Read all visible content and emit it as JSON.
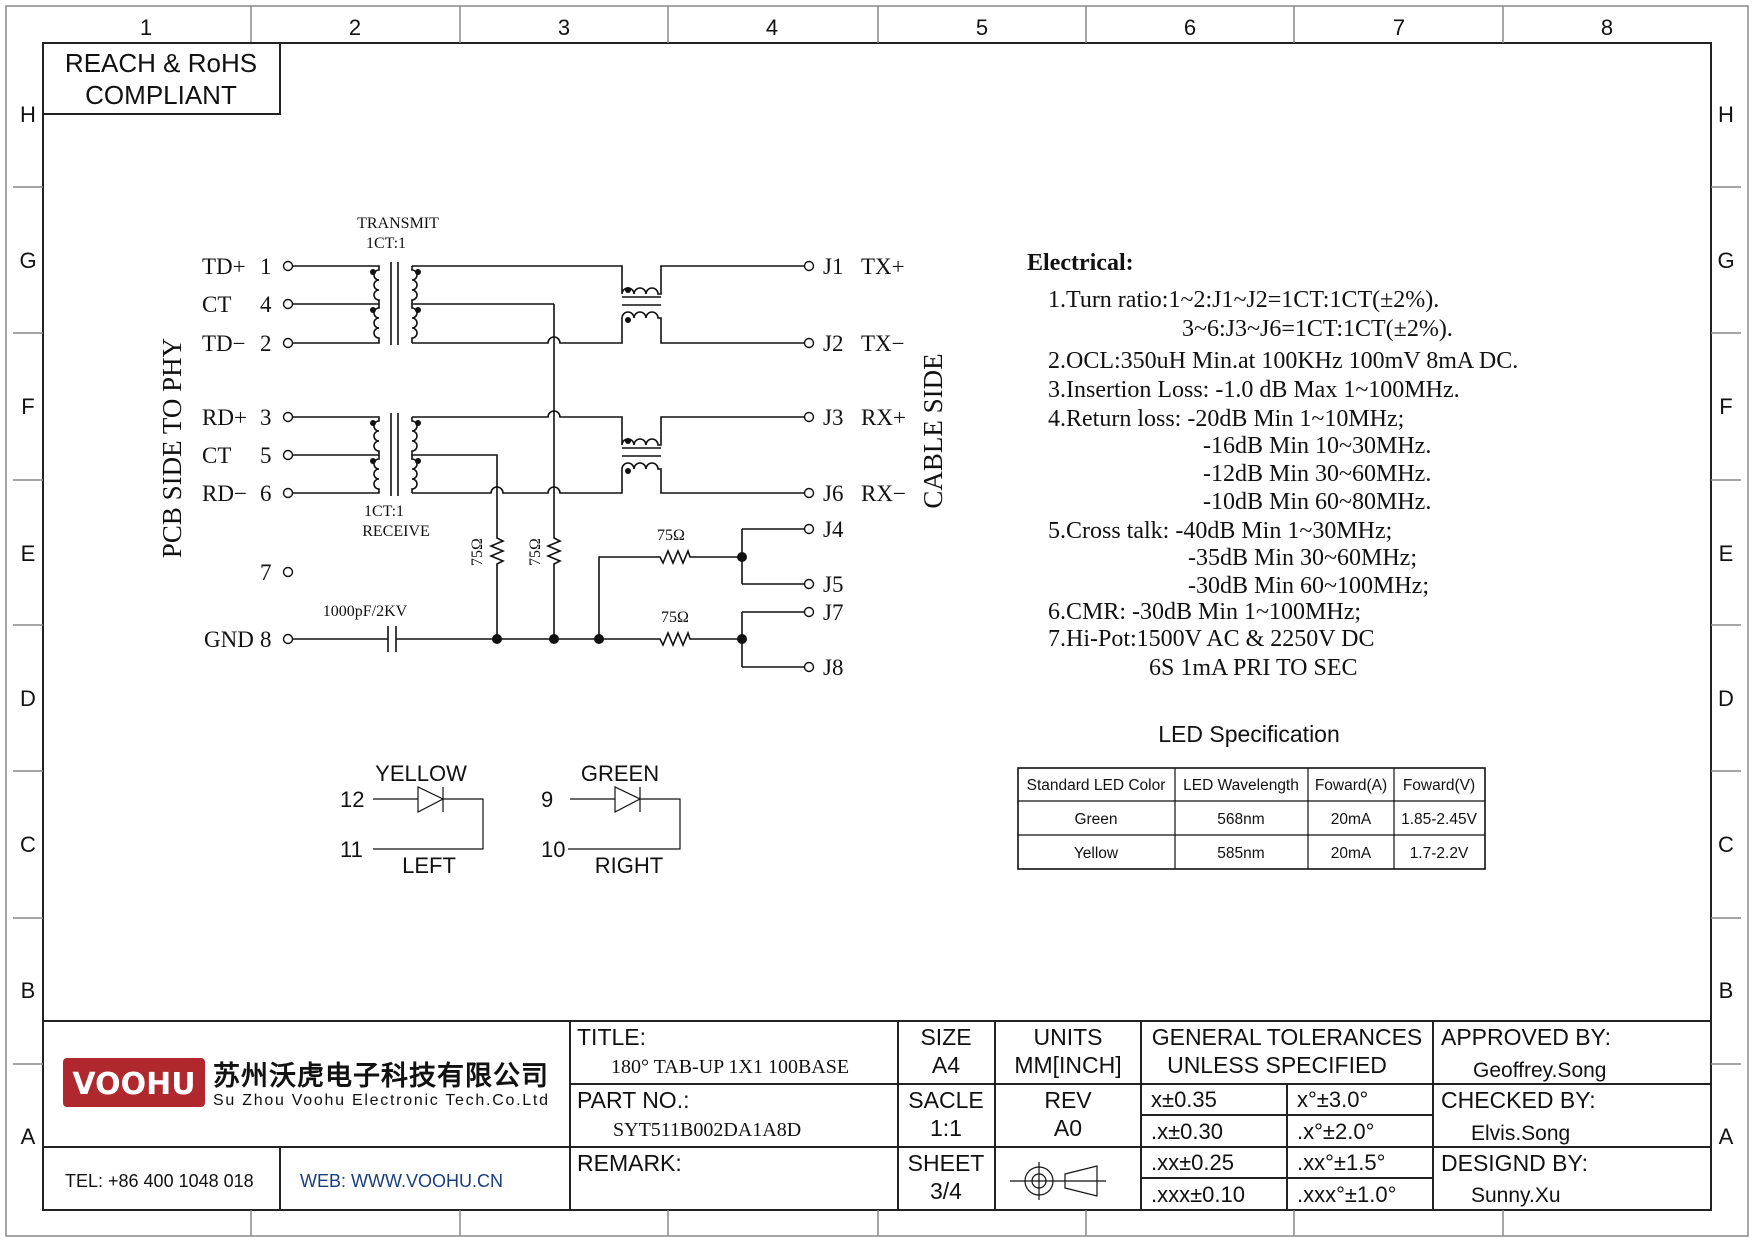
{
  "frame": {
    "columns": [
      "1",
      "2",
      "3",
      "4",
      "5",
      "6",
      "7",
      "8"
    ],
    "rows": [
      "H",
      "G",
      "F",
      "E",
      "D",
      "C",
      "B",
      "A"
    ]
  },
  "compliance": {
    "line1": "REACH & RoHS",
    "line2": "COMPLIANT"
  },
  "schematic": {
    "side_left": "PCB SIDE TO PHY",
    "side_right": "CABLE SIDE",
    "transmit_label": "TRANSMIT",
    "transmit_ratio": "1CT:1",
    "receive_ratio": "1CT:1",
    "receive_label": "RECEIVE",
    "left_pins": [
      {
        "name": "TD+",
        "num": "1"
      },
      {
        "name": "CT",
        "num": "4"
      },
      {
        "name": "TD−",
        "num": "2"
      },
      {
        "name": "RD+",
        "num": "3"
      },
      {
        "name": "CT",
        "num": "5"
      },
      {
        "name": "RD−",
        "num": "6"
      },
      {
        "name": "",
        "num": "7"
      },
      {
        "name": "GND",
        "num": "8"
      }
    ],
    "right_pins": [
      {
        "name": "J1",
        "signal": "TX+"
      },
      {
        "name": "J2",
        "signal": "TX−"
      },
      {
        "name": "J3",
        "signal": "RX+"
      },
      {
        "name": "J6",
        "signal": "RX−"
      },
      {
        "name": "J4",
        "signal": ""
      },
      {
        "name": "J5",
        "signal": ""
      },
      {
        "name": "J7",
        "signal": ""
      },
      {
        "name": "J8",
        "signal": ""
      }
    ],
    "resistor_value": "75Ω",
    "capacitor_value": "1000pF/2KV"
  },
  "leds": {
    "left": {
      "color": "YELLOW",
      "pin_a": "12",
      "pin_b": "11",
      "position": "LEFT"
    },
    "right": {
      "color": "GREEN",
      "pin_a": "9",
      "pin_b": "10",
      "position": "RIGHT"
    }
  },
  "electrical": {
    "title": "Electrical:",
    "lines": [
      "1.Turn ratio:1~2:J1~J2=1CT:1CT(±2%).",
      "3~6:J3~J6=1CT:1CT(±2%).",
      "2.OCL:350uH Min.at 100KHz 100mV 8mA DC.",
      "3.Insertion Loss: -1.0 dB Max 1~100MHz.",
      "4.Return loss: -20dB Min 1~10MHz;",
      "-16dB Min 10~30MHz.",
      "-12dB Min 30~60MHz.",
      "-10dB Min 60~80MHz.",
      "5.Cross talk: -40dB Min 1~30MHz;",
      "-35dB Min 30~60MHz;",
      "-30dB Min 60~100MHz;",
      "6.CMR: -30dB Min 1~100MHz;",
      "7.Hi-Pot:1500V AC & 2250V DC",
      "6S 1mA PRI TO SEC"
    ]
  },
  "led_spec": {
    "title": "LED Specification",
    "headers": [
      "Standard LED Color",
      "LED Wavelength",
      "Foward(A)",
      "Foward(V)"
    ],
    "rows": [
      [
        "Green",
        "568nm",
        "20mA",
        "1.85-2.45V"
      ],
      [
        "Yellow",
        "585nm",
        "20mA",
        "1.7-2.2V"
      ]
    ]
  },
  "title_block": {
    "logo_text": "VOOHU",
    "company_cn": "苏州沃虎电子科技有限公司",
    "company_en": "Su Zhou Voohu Electronic Tech.Co.Ltd",
    "tel": "TEL: +86 400 1048 018",
    "web": "WEB: WWW.VOOHU.CN",
    "title_label": "TITLE:",
    "title_value": "180° TAB-UP 1X1 100BASE",
    "part_label": "PART NO.:",
    "part_value": "SYT511B002DA1A8D",
    "remark_label": "REMARK:",
    "size_label": "SIZE",
    "size_value": "A4",
    "scale_label": "SACLE",
    "scale_value": "1:1",
    "sheet_label": "SHEET",
    "sheet_value": "3/4",
    "units_label": "UNITS",
    "units_value": "MM[INCH]",
    "rev_label": "REV",
    "rev_value": "A0",
    "tolerances_line1": "GENERAL TOLERANCES",
    "tolerances_line2": "UNLESS SPECIFIED",
    "tolerances": [
      [
        "x±0.35",
        "x°±3.0°"
      ],
      [
        ".x±0.30",
        ".x°±2.0°"
      ],
      [
        ".xx±0.25",
        ".xx°±1.5°"
      ],
      [
        ".xxx±0.10",
        ".xxx°±1.0°"
      ]
    ],
    "approved_label": "APPROVED BY:",
    "approved_value": "Geoffrey.Song",
    "checked_label": "CHECKED BY:",
    "checked_value": "Elvis.Song",
    "designed_label": "DESIGND BY:",
    "designed_value": "Sunny.Xu",
    "brand_color": "#b0272d",
    "web_color": "#1a3d7c"
  }
}
